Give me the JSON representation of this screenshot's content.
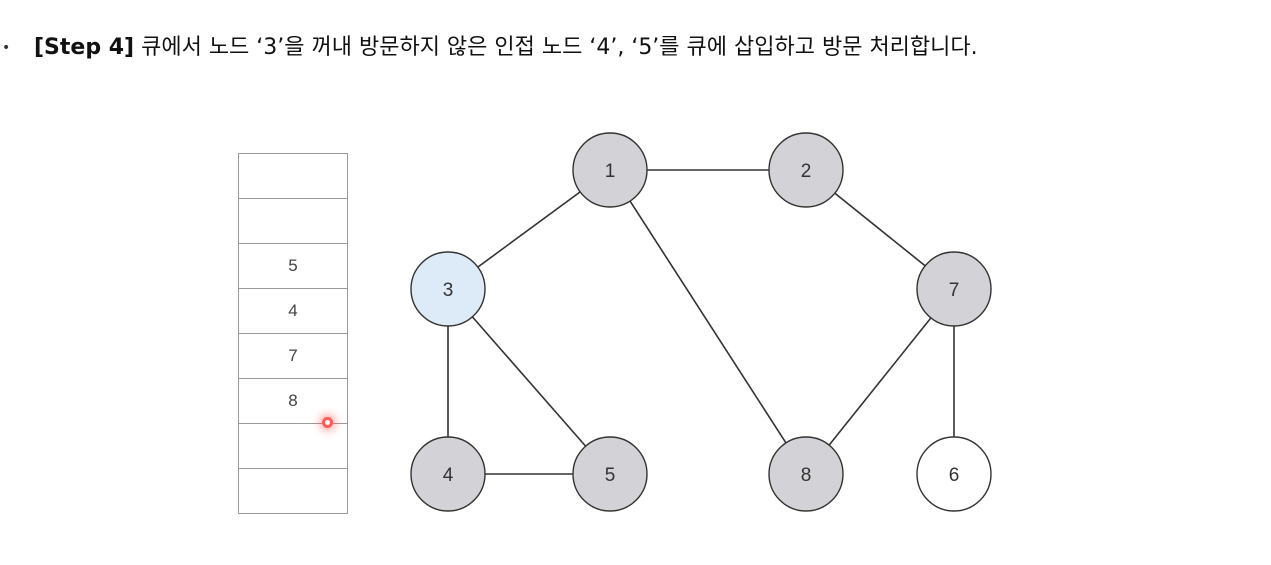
{
  "caption": {
    "bullet": "•",
    "step": "[Step 4]",
    "text": " 큐에서 노드 ‘3’을 꺼내 방문하지 않은 인접 노드 ‘4’, ‘5’를 큐에 삽입하고 방문 처리합니다."
  },
  "queue": {
    "cells": [
      "",
      "",
      "5",
      "4",
      "7",
      "8",
      "",
      ""
    ]
  },
  "graph": {
    "colors": {
      "visited": "#d3d2d7",
      "current": "#dcebf7",
      "unvisited": "#ffffff",
      "stroke": "#333333"
    },
    "nodes": [
      {
        "id": "1",
        "state": "visited"
      },
      {
        "id": "2",
        "state": "visited"
      },
      {
        "id": "3",
        "state": "current"
      },
      {
        "id": "7",
        "state": "visited"
      },
      {
        "id": "4",
        "state": "visited"
      },
      {
        "id": "5",
        "state": "visited"
      },
      {
        "id": "8",
        "state": "visited"
      },
      {
        "id": "6",
        "state": "unvisited"
      }
    ],
    "edges": [
      [
        "1",
        "2"
      ],
      [
        "1",
        "3"
      ],
      [
        "1",
        "8"
      ],
      [
        "2",
        "7"
      ],
      [
        "3",
        "4"
      ],
      [
        "3",
        "5"
      ],
      [
        "4",
        "5"
      ],
      [
        "7",
        "8"
      ],
      [
        "7",
        "6"
      ]
    ]
  }
}
